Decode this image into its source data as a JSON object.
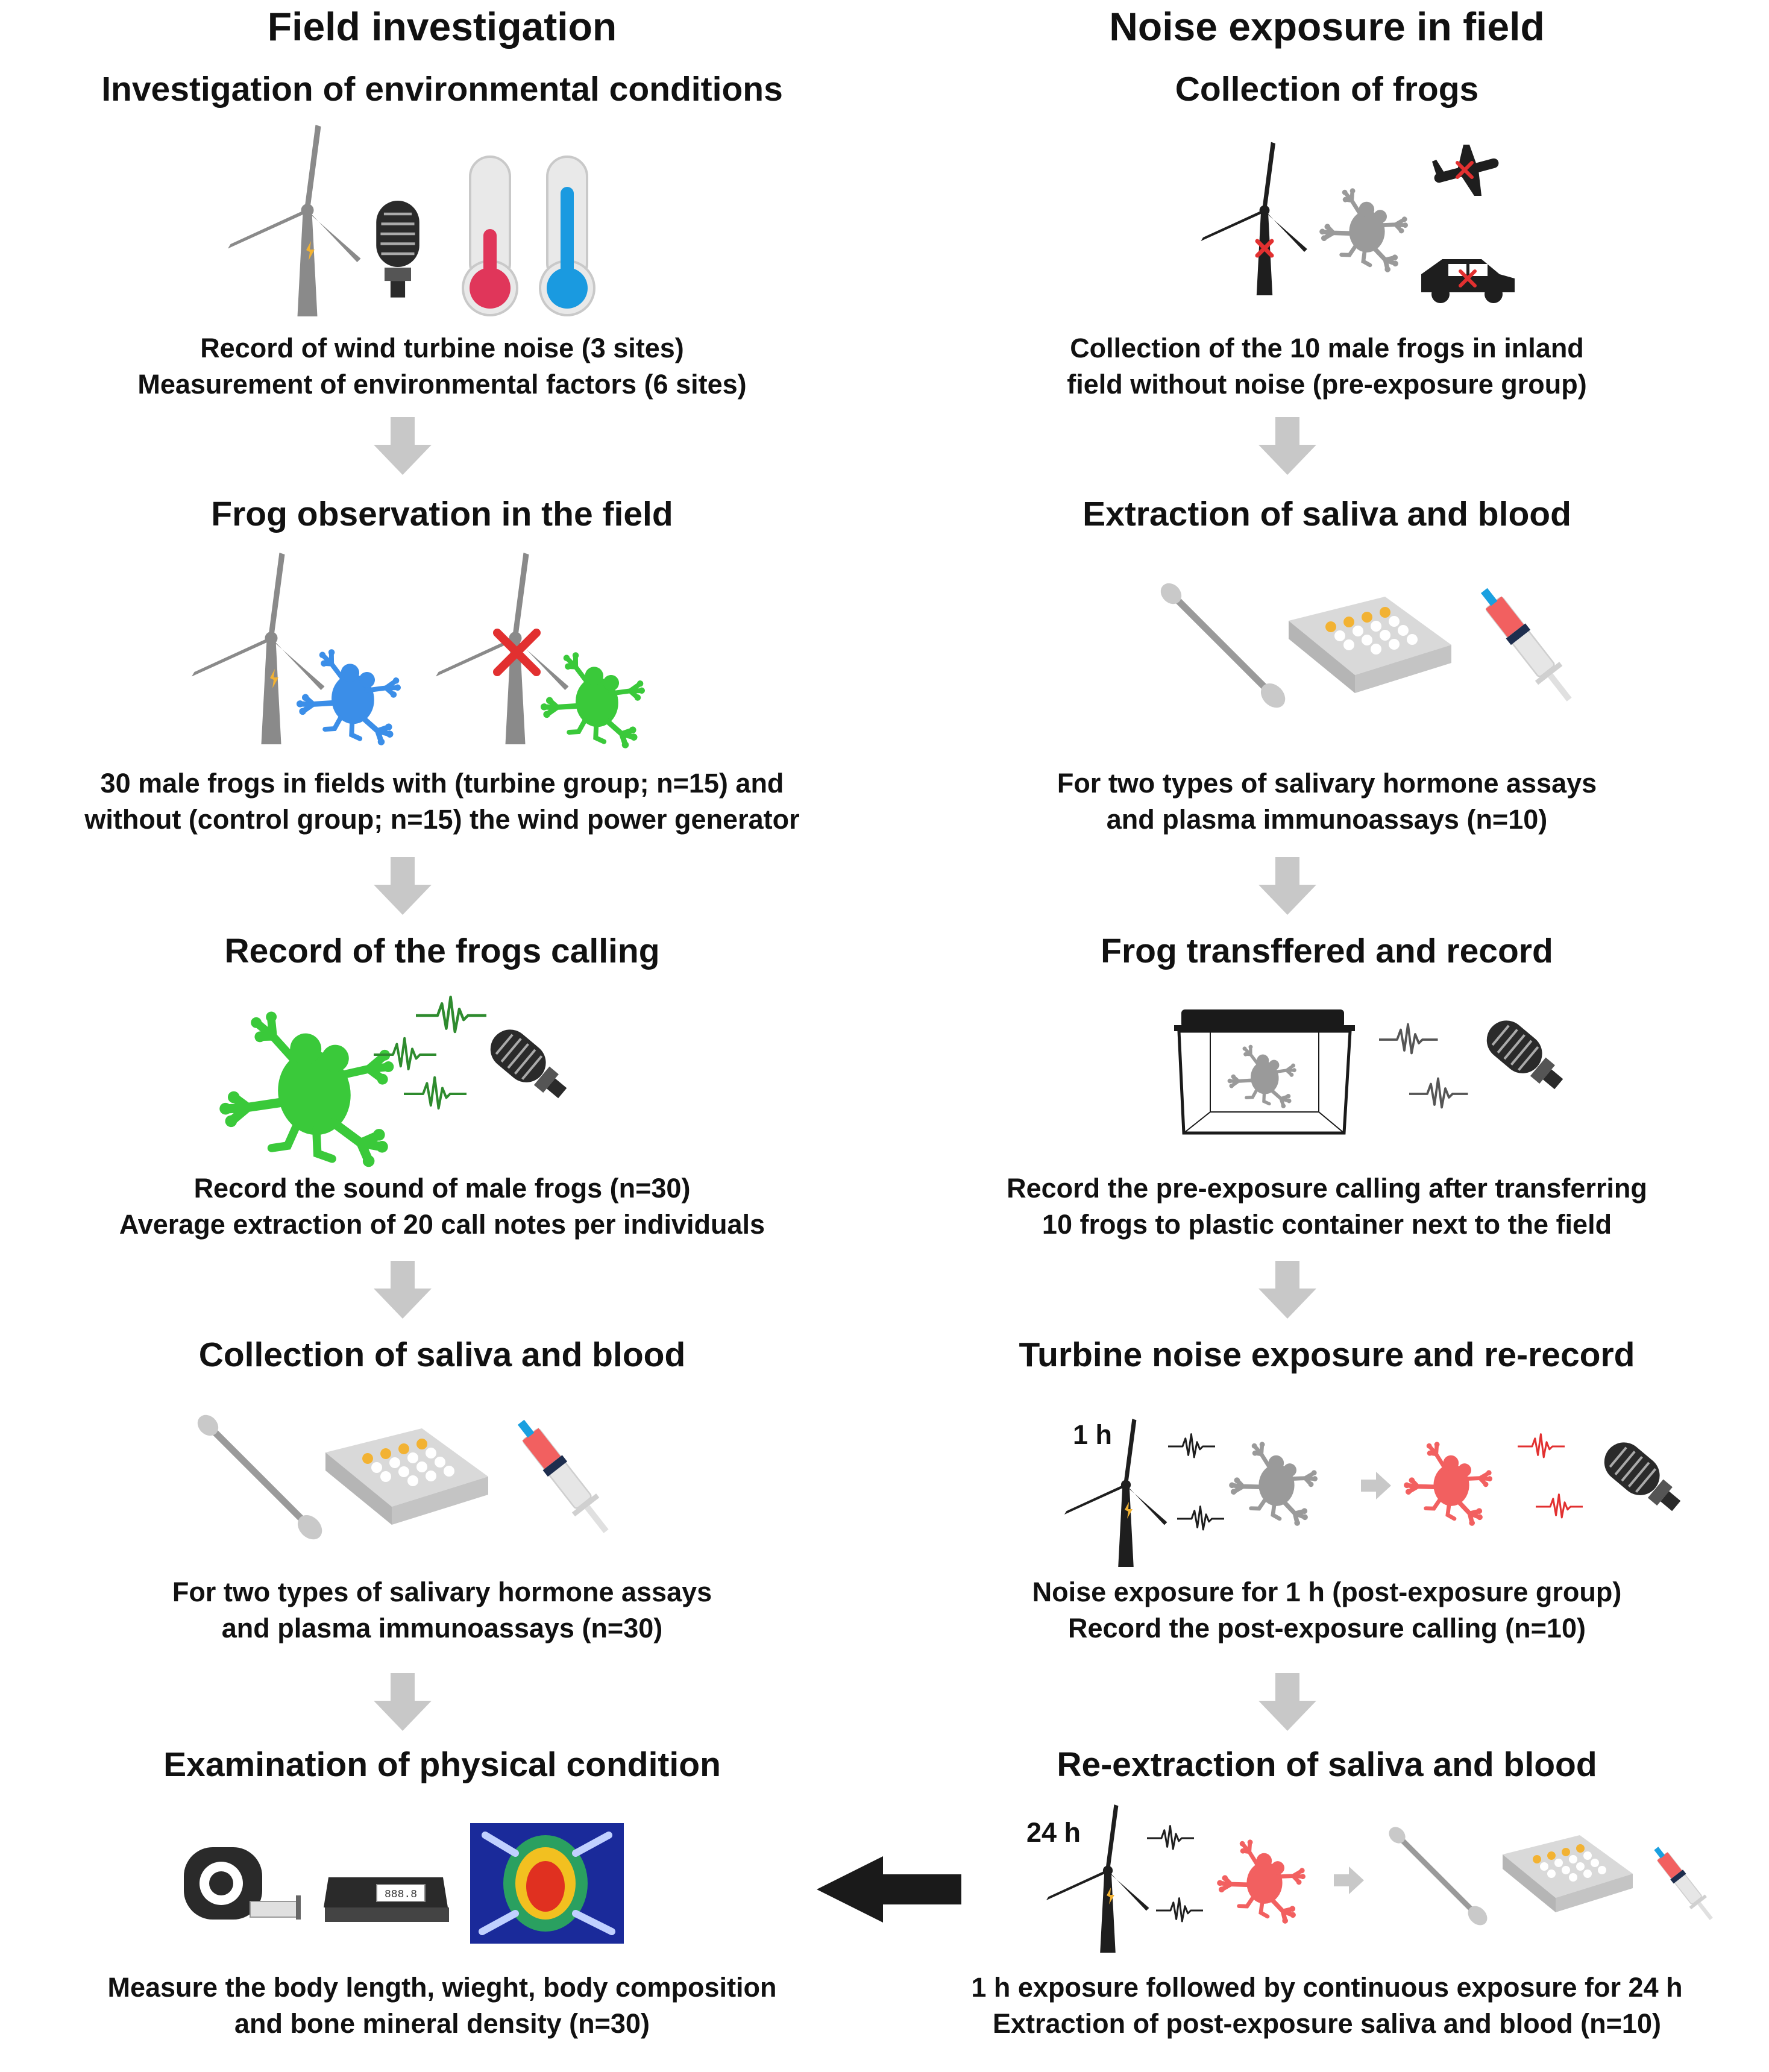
{
  "left": {
    "title": "Field investigation",
    "steps": [
      {
        "title": "Investigation of environmental conditions",
        "captions": [
          "Record of wind turbine noise (3 sites)",
          "Measurement of environmental factors (6 sites)"
        ]
      },
      {
        "title": "Frog observation in the field",
        "captions": [
          "30 male frogs in fields with (turbine group; n=15) and",
          "without (control group; n=15) the wind power generator"
        ]
      },
      {
        "title": "Record of the frogs calling",
        "captions": [
          "Record the sound of male frogs (n=30)",
          "Average extraction of 20 call notes per individuals"
        ]
      },
      {
        "title": "Collection of saliva and blood",
        "captions": [
          "For two types of salivary hormone assays",
          "and plasma immunoassays (n=30)"
        ]
      },
      {
        "title": "Examination of physical condition",
        "captions": [
          "Measure the body length, wieght, body composition",
          "and bone mineral density  (n=30)"
        ]
      }
    ]
  },
  "right": {
    "title": "Noise exposure in field",
    "steps": [
      {
        "title": "Collection of frogs",
        "captions": [
          "Collection of the 10 male frogs in inland",
          "field without noise (pre-exposure group)"
        ]
      },
      {
        "title": "Extraction of saliva and blood",
        "captions": [
          "For two types of salivary hormone assays",
          "and plasma immunoassays (n=10)"
        ]
      },
      {
        "title": "Frog transffered and record",
        "captions": [
          "Record the pre-exposure calling after transferring",
          "10 frogs to plastic container next to the field"
        ]
      },
      {
        "title": "Turbine noise exposure and re-record",
        "labels": [
          "1 h"
        ],
        "captions": [
          "Noise exposure for 1 h (post-exposure group)",
          "Record the post-exposure calling (n=10)"
        ]
      },
      {
        "title": "Re-extraction of saliva and blood",
        "labels": [
          "24 h"
        ],
        "captions": [
          "1 h exposure followed by continuous exposure for 24 h",
          "Extraction of post-exposure saliva and blood (n=10)"
        ]
      }
    ]
  },
  "scale_readout": "888.8",
  "colors": {
    "arrow": "#c8c8c8",
    "big_arrow": "#1a1a1a",
    "turbine_grey": "#8a8a8a",
    "turbine_dark": "#1e1e1e",
    "frog_blue": "#3b8ee8",
    "frog_green": "#3ac93a",
    "frog_grey": "#9a9a9a",
    "frog_red": "#f26060",
    "cross_red": "#e23030",
    "thermo_red": "#e0365a",
    "thermo_blue": "#1a9ae0",
    "plate_dots": "#f2b233",
    "syringe_red": "#f26060",
    "syringe_blue": "#1aa0e0"
  },
  "icons": [
    "wind-turbine-icon",
    "microphone-icon",
    "thermometer-icon",
    "frog-icon",
    "red-cross-icon",
    "cotton-swab-icon",
    "well-plate-icon",
    "syringe-icon",
    "sound-wave-icon",
    "container-icon",
    "airplane-icon",
    "car-icon",
    "tape-measure-icon",
    "scale-icon",
    "body-scan-icon"
  ]
}
